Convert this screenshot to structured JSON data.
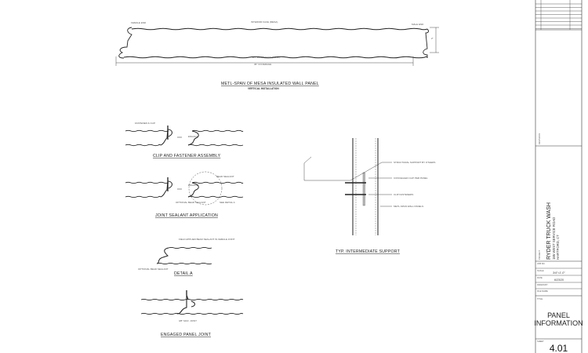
{
  "main_detail": {
    "labels": {
      "female_end": "FEMALE END",
      "interior_face": "INTERIOR FACE (MESA)",
      "male_end": "MALE END",
      "exterior_face": "EXTERIOR FACE (MESA)",
      "coverage": "36\" COVERAGE",
      "thickness": "2\""
    },
    "title": "METL-SPAN OF MESA INSULATED WALL PANEL",
    "subtitle": "VERTICAL INSTALLATION"
  },
  "details": [
    {
      "title": "CLIP AND FASTENER ASSEMBLY",
      "labels": [
        "FASTENER & CLIP",
        "ENGAGE"
      ]
    },
    {
      "title": "JOINT SEALANT APPLICATION",
      "labels": [
        "BEAD SEALANT",
        "OPTIONAL BEAD SEALANT",
        "SEE DETAIL A",
        "ENGAGE"
      ]
    },
    {
      "title": "DETAIL A",
      "labels": [
        "FIELD APPLIED BEAD SEALANT IN FEMALE JOINT",
        "OPTIONAL BEAD SEALANT"
      ]
    },
    {
      "title": "ENGAGED PANEL JOINT",
      "labels": [
        "3/8\" MAX. JOINT"
      ]
    },
    {
      "title": "TYP. INTERMEDIATE SUPPORT",
      "labels": [
        "STRUCTURAL SUPPORT BY OTHERS",
        "CONCEALED CLIP PER PANEL",
        "CLIP FASTENERS",
        "METL-SPAN WALL PANELS"
      ]
    }
  ],
  "title_block": {
    "revisions_label": "REVISIONS",
    "project_label": "PROJECT",
    "project_name": "RYDER TRUCK WASH",
    "project_address": "185 WEST SERVICE ROAD",
    "project_city": "HARTFORD, CT",
    "job_no_label": "JOB NO.",
    "scale_label": "SCALE",
    "scale_value": "3/4\"=1'-0\"",
    "date_label": "DATE",
    "date_value": "6/23/20",
    "drawn_by_label": "DRAWN BY",
    "file_name_label": "FILE NAME",
    "title_label": "TITLE",
    "sheet_title_1": "PANEL",
    "sheet_title_2": "INFORMATION",
    "sheet_label": "SHEET",
    "sheet_number": "4.01"
  }
}
